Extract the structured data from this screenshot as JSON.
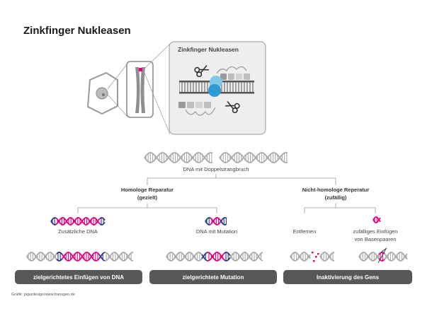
{
  "title": "Zinkfinger Nukleasen",
  "panel_title": "Zinkfinger Nukleasen",
  "dsb_label": "DNA mit Doppelstrangbruch",
  "branches": {
    "homologous": {
      "line1": "Homologe Reparatur",
      "line2": "(gezielt)"
    },
    "nonhomologous": {
      "line1": "Nicht-homologe Reperatur",
      "line2": "(zufällig)"
    }
  },
  "sub_labels": {
    "additional_dna": "Zusätzliche DNA",
    "dna_mutation": "DNA mit Mutation",
    "remove": "Entfernen",
    "random_insert_1": "zufälliges Einfügen",
    "random_insert_2": "von Basenpaaren"
  },
  "outcome_bars": [
    "zielgerichtetes Einfügen von DNA",
    "zielgerichtete Mutation",
    "Inaktivierung des Gens"
  ],
  "credit": "Grafik: pigurdesign/www.transgen.de",
  "colors": {
    "grey_dark": "#8a8a8a",
    "grey_mid": "#aaaaaa",
    "grey_light": "#cccccc",
    "magenta": "#e5007d",
    "navy": "#2e3a87",
    "light_blue": "#7fc8e8",
    "blue": "#2f9bd5",
    "bar": "#585858"
  },
  "icons": [
    "cell-icon",
    "chromosome-icon",
    "scissors-icon",
    "zinc-finger-protein-icon",
    "dna-helix-icon"
  ]
}
